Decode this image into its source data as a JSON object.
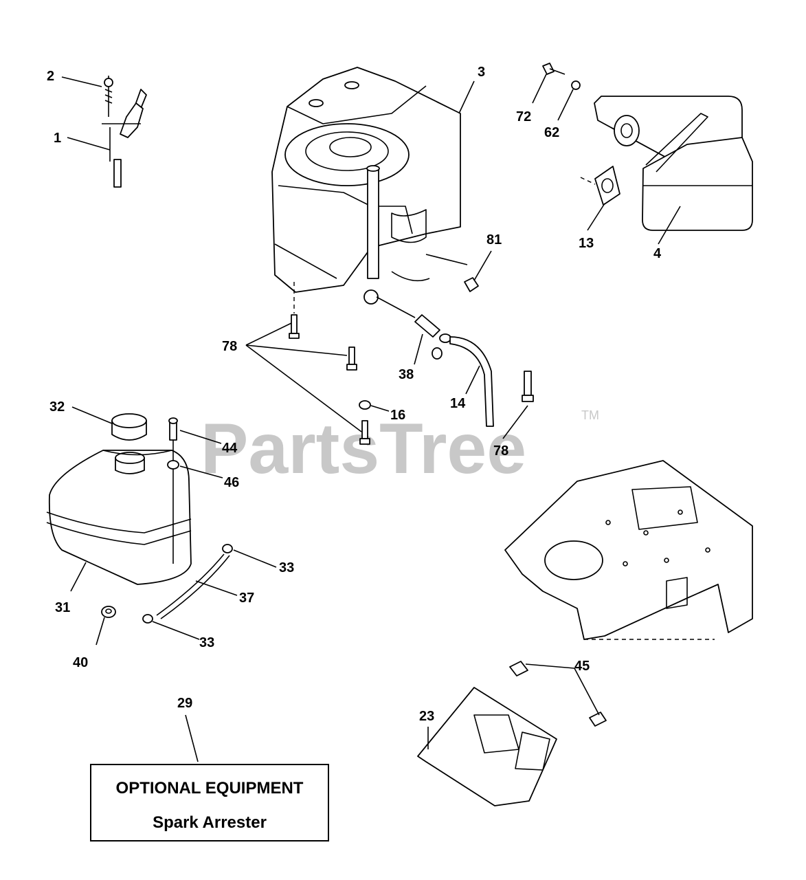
{
  "watermark": {
    "text": "PartsTree",
    "trademark": "TM"
  },
  "callouts": {
    "c1": "1",
    "c2": "2",
    "c3": "3",
    "c4": "4",
    "c13": "13",
    "c14": "14",
    "c16": "16",
    "c23": "23",
    "c29": "29",
    "c31": "31",
    "c32": "32",
    "c33a": "33",
    "c33b": "33",
    "c37": "37",
    "c38": "38",
    "c40": "40",
    "c44": "44",
    "c45": "45",
    "c46": "46",
    "c62": "62",
    "c72": "72",
    "c78a": "78",
    "c78b": "78",
    "c81": "81"
  },
  "optional_box": {
    "title": "OPTIONAL EQUIPMENT",
    "subtitle": "Spark Arrester"
  }
}
